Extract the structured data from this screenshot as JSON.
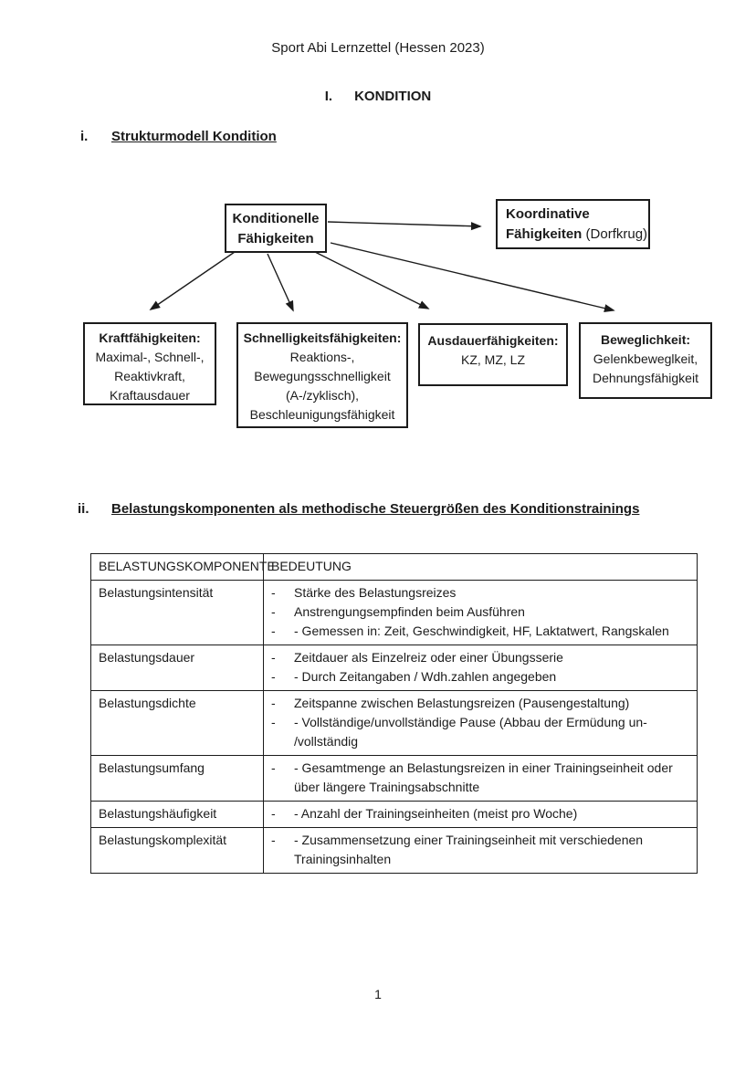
{
  "colors": {
    "ink": "#1b1b1b",
    "background": "#ffffff"
  },
  "header": {
    "title": "Sport Abi Lernzettel (Hessen 2023)"
  },
  "section": {
    "number": "I.",
    "title": "KONDITION"
  },
  "subsection_i": {
    "number": "i.",
    "title": "Strukturmodell Kondition"
  },
  "subsection_ii": {
    "number": "ii.",
    "title": "Belastungskomponenten als methodische Steuergrößen des Konditionstrainings"
  },
  "diagram": {
    "root_box": {
      "line1": "Konditionelle",
      "line2": "Fähigkeiten"
    },
    "coordinative_box": {
      "line1": "Koordinative",
      "line2_bold": "Fähigkeiten",
      "line2_rest": " (Dorfkrug)"
    },
    "kraft_box": {
      "title": "Kraftfähigkeiten:",
      "lines": [
        "Maximal-, Schnell-,",
        "Reaktivkraft,",
        "Kraftausdauer"
      ]
    },
    "schnelligkeit_box": {
      "title": "Schnelligkeitsfähigkeiten:",
      "lines": [
        "Reaktions-,",
        "Bewegungsschnelligkeit",
        "(A-/zyklisch),",
        "Beschleunigungsfähigkeit"
      ]
    },
    "ausdauer_box": {
      "title": "Ausdauerfähigkeiten:",
      "lines": [
        "KZ, MZ, LZ"
      ]
    },
    "beweglichkeit_box": {
      "title": "Beweglichkeit:",
      "lines": [
        "Gelenkbeweglkeit,",
        "Dehnungsfähigkeit"
      ]
    }
  },
  "table": {
    "bullet_marker": "-",
    "headers": [
      "BELASTUNGSKOMPONENTE",
      "BEDEUTUNG"
    ],
    "rows": [
      {
        "component": "Belastungsintensität",
        "bullets": [
          "Stärke des Belastungsreizes",
          "Anstrengungsempfinden beim Ausführen",
          "- Gemessen in: Zeit, Geschwindigkeit, HF, Laktatwert, Rangskalen"
        ]
      },
      {
        "component": "Belastungsdauer",
        "bullets": [
          "Zeitdauer als Einzelreiz oder einer Übungsserie",
          "- Durch Zeitangaben / Wdh.zahlen angegeben"
        ]
      },
      {
        "component": "Belastungsdichte",
        "bullets": [
          "Zeitspanne zwischen Belastungsreizen (Pausengestaltung)",
          "- Vollständige/unvollständige Pause (Abbau der Ermüdung un-\n/vollständig"
        ]
      },
      {
        "component": "Belastungsumfang",
        "bullets": [
          "- Gesamtmenge an Belastungsreizen in einer Trainingseinheit oder\nüber längere Trainingsabschnitte"
        ]
      },
      {
        "component": "Belastungshäufigkeit",
        "bullets": [
          "- Anzahl der Trainingseinheiten (meist pro Woche)"
        ]
      },
      {
        "component": "Belastungskomplexität",
        "bullets": [
          "- Zusammensetzung einer Trainingseinheit mit verschiedenen\nTrainingsinhalten"
        ]
      }
    ]
  },
  "footer": {
    "page_number": "1"
  }
}
